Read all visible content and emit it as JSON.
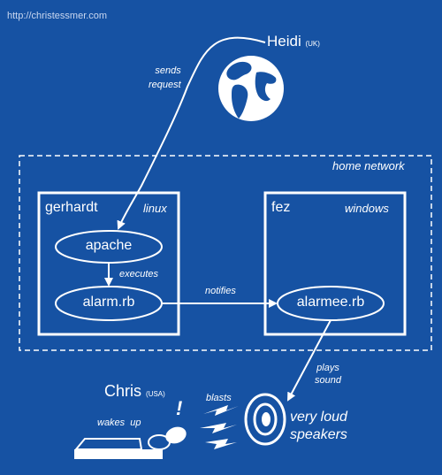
{
  "source_url": "http://christessmer.com",
  "heidi": {
    "name": "Heidi",
    "country": "(UK)"
  },
  "request_label": [
    "sends",
    "request"
  ],
  "network": {
    "label": "home network"
  },
  "server_box": {
    "host": "gerhardt",
    "os": "linux"
  },
  "client_box": {
    "host": "fez",
    "os": "windows"
  },
  "nodes": {
    "apache": "apache",
    "alarm": "alarm.rb",
    "alarmee": "alarmee.rb"
  },
  "edges": {
    "executes": "executes",
    "notifies": "notifies",
    "plays_sound": [
      "plays",
      "sound"
    ],
    "blasts": "blasts",
    "wakes_up": "wakes  up"
  },
  "chris": {
    "name": "Chris",
    "country": "(USA)"
  },
  "exclaim": "!",
  "speakers": [
    "very loud",
    "speakers"
  ],
  "colors": {
    "background": "#1652a3",
    "foreground": "#ffffff",
    "globe_ocean": "#1652a3"
  }
}
